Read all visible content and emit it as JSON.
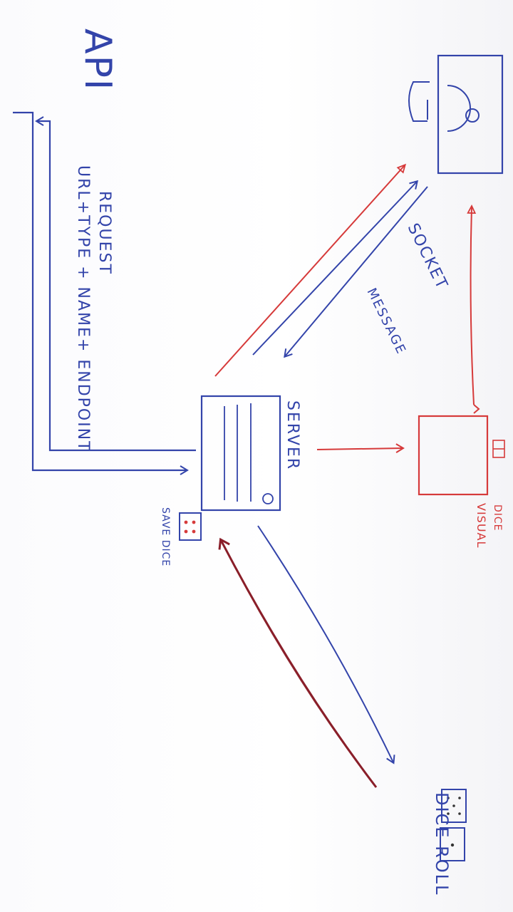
{
  "labels": {
    "api": "API",
    "request": "REQUEST",
    "request_detail": "URL+TYPE + NAME+ ENDPOINT",
    "socket": "SOCKET",
    "message": "MESSAGE",
    "server": "SERVER",
    "save_dice": "SAVE DICE",
    "dice": "DICE",
    "visual": "VISUAL",
    "dice_roll": "DICE ROLL"
  },
  "colors": {
    "blue": "#3344aa",
    "red": "#d63a3a",
    "dark_red": "#8a1f2a",
    "board": "#ffffff"
  },
  "icons": {
    "user_monitor": "monitor-with-person-icon",
    "server": "server-box-icon",
    "visual_screen": "visual-screen-icon",
    "save_dice": "four-pip-die-icon",
    "roll_dice": "two-dice-icon"
  }
}
